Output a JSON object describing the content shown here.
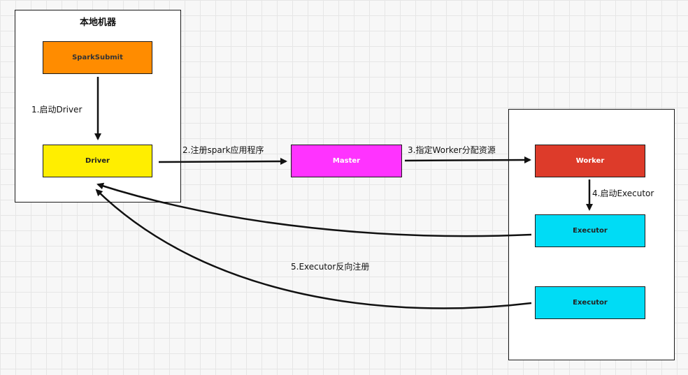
{
  "local_machine": {
    "title": "本地机器"
  },
  "nodes": {
    "sparksubmit": {
      "label": "SparkSubmit",
      "color": "#ff8c00"
    },
    "driver": {
      "label": "Driver",
      "color": "#ffee00"
    },
    "master": {
      "label": "Master",
      "color": "#ff33ff"
    },
    "worker": {
      "label": "Worker",
      "color": "#dd3b2a"
    },
    "executor_1": {
      "label": "Executor",
      "color": "#00dcf5"
    },
    "executor_2": {
      "label": "Executor",
      "color": "#00dcf5"
    }
  },
  "edges": {
    "start_driver": "1.启动Driver",
    "register_app": "2.注册spark应用程序",
    "assign_worker": "3.指定Worker分配资源",
    "start_executor": "4.启动Executor",
    "reverse_register": "5.Executor反向注册"
  }
}
